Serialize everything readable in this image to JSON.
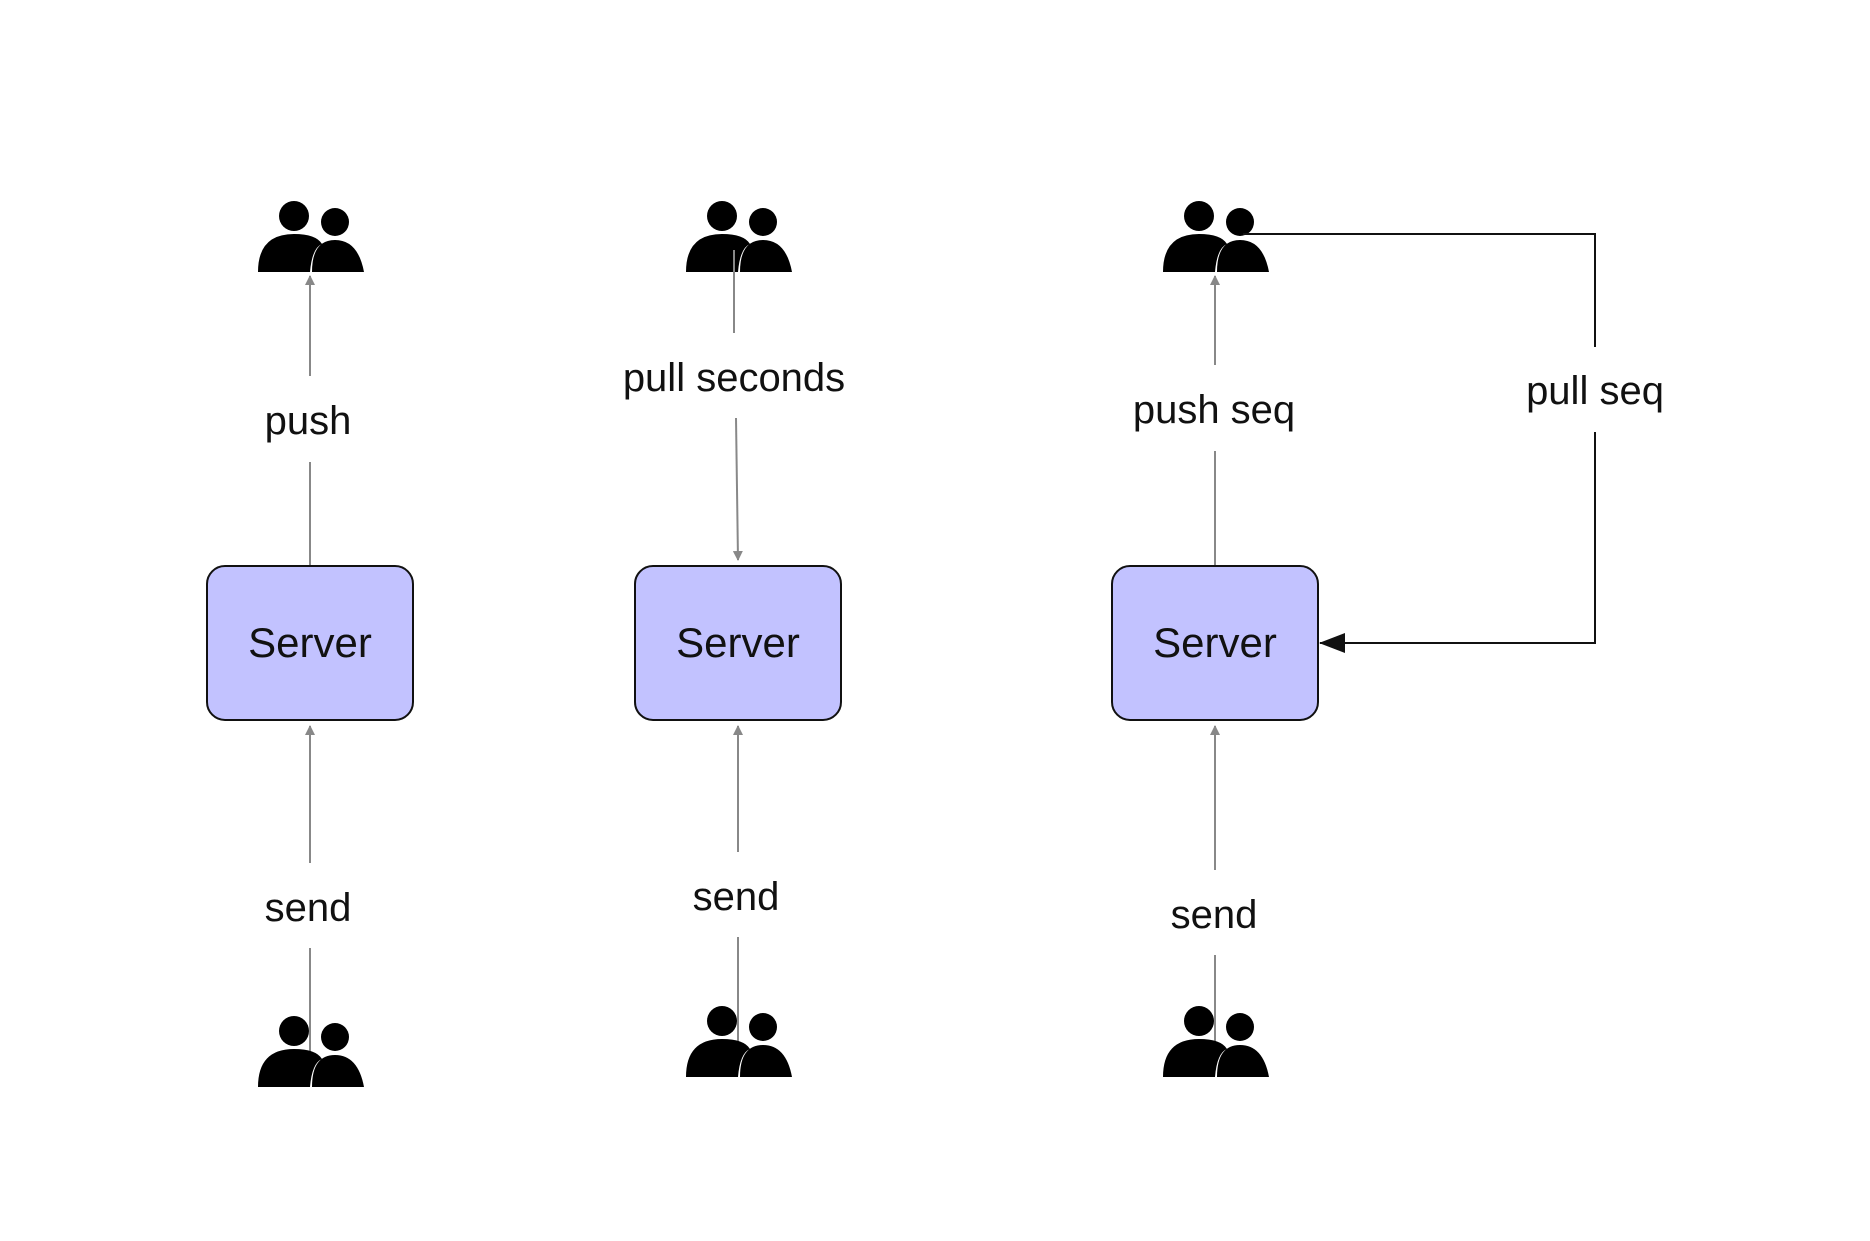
{
  "colors": {
    "server_fill": "#c2c2ff",
    "server_stroke": "#111111",
    "arrow_gray": "#888888",
    "arrow_black": "#111111",
    "icon": "#000000",
    "background": "#ffffff"
  },
  "icon_name": "users-icon",
  "panels": [
    {
      "server_label": "Server",
      "top_label": "push",
      "bottom_label": "send"
    },
    {
      "server_label": "Server",
      "top_label": "pull seconds",
      "bottom_label": "send"
    },
    {
      "server_label": "Server",
      "top_label": "push seq",
      "bottom_label": "send",
      "side_label": "pull seq"
    }
  ]
}
